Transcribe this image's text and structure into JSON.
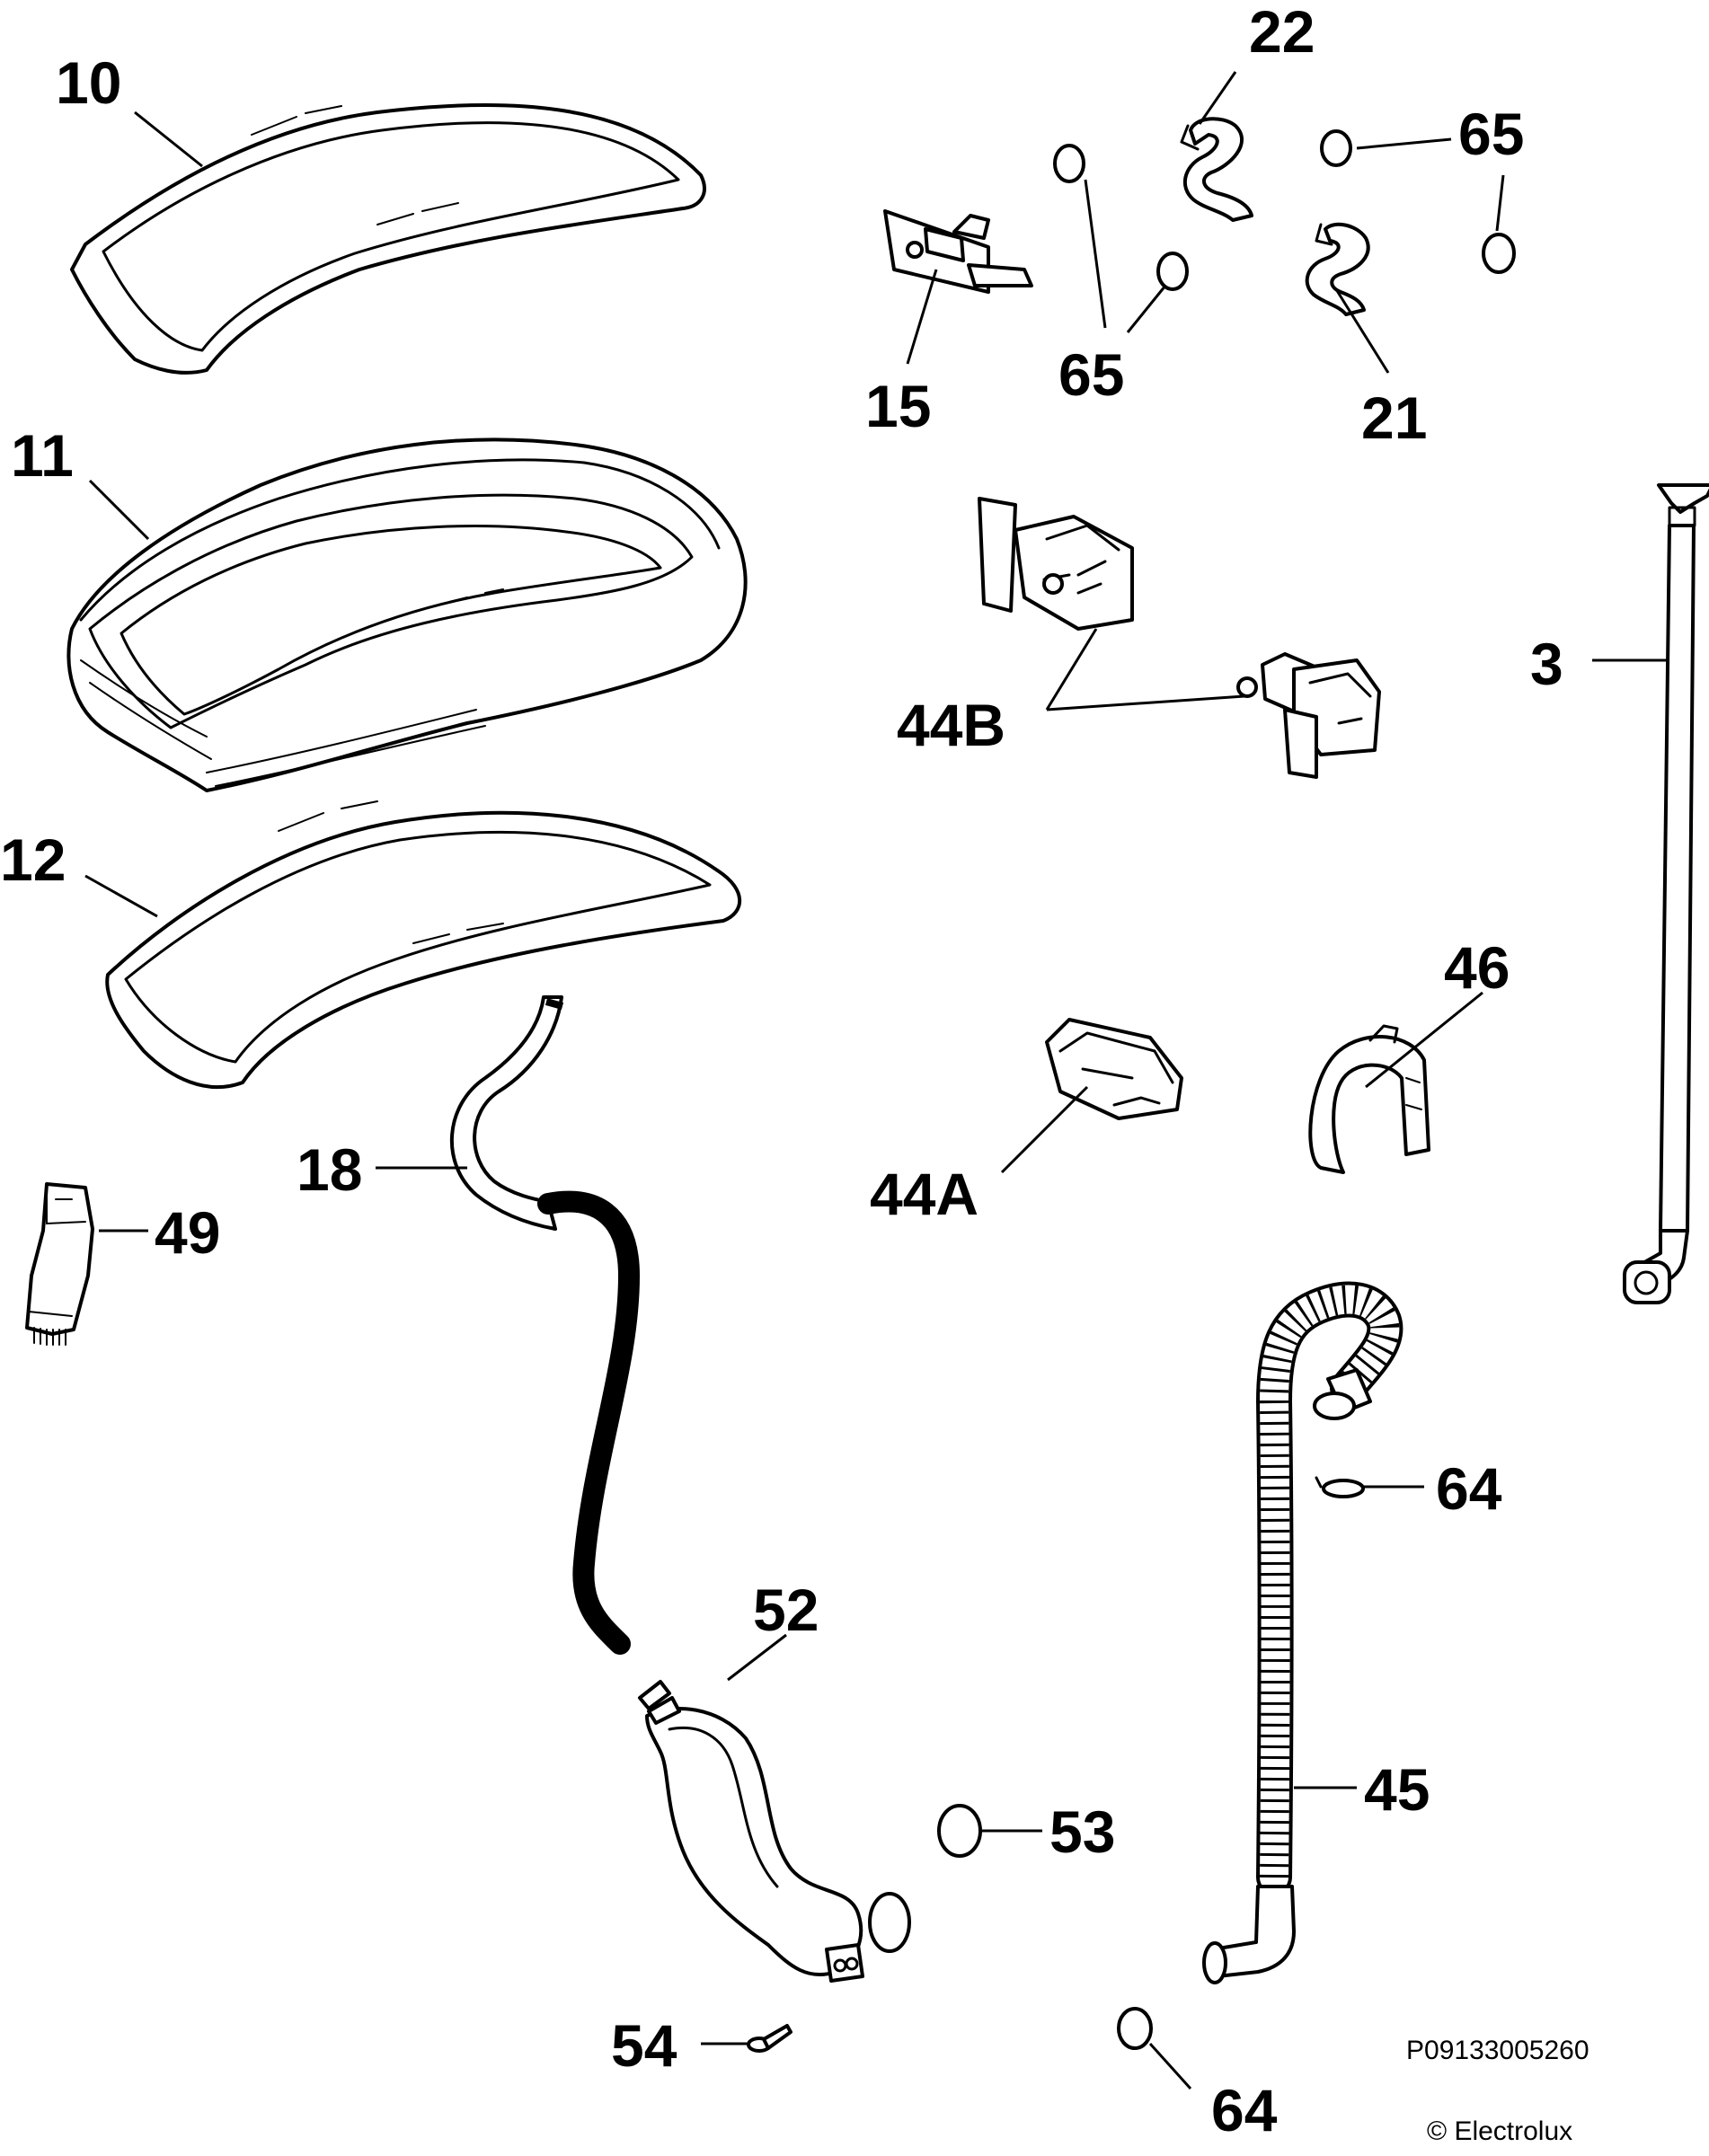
{
  "diagram": {
    "callouts": {
      "c10": "10",
      "c11": "11",
      "c12": "12",
      "c15": "15",
      "c18": "18",
      "c49": "49",
      "c22": "22",
      "c65a": "65",
      "c65b": "65",
      "c21": "21",
      "c3": "3",
      "c44b": "44B",
      "c46": "46",
      "c44a": "44A",
      "c64a": "64",
      "c64b": "64",
      "c45": "45",
      "c52": "52",
      "c53": "53",
      "c54": "54"
    },
    "drawing_number": "P09133005260",
    "copyright": "© Electrolux"
  }
}
